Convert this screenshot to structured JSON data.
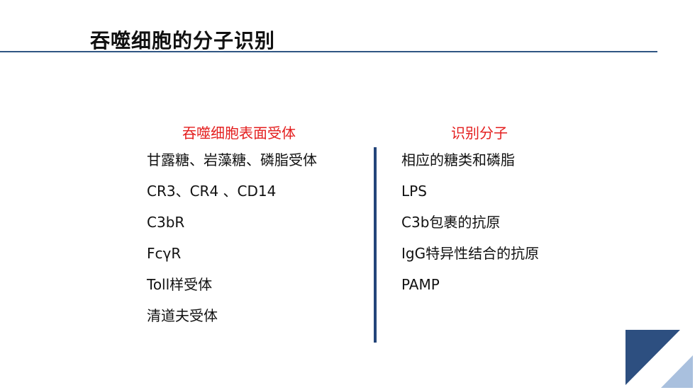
{
  "slide": {
    "title": "吞噬细胞的分子识别",
    "left": {
      "header": "吞噬细胞表面受体",
      "items": [
        "甘露糖、岩藻糖、磷脂受体",
        " CR3、CR4 、CD14",
        "C3bR",
        "FcγR",
        "Toll样受体",
        "清道夫受体"
      ]
    },
    "right": {
      "header": "识别分子",
      "items": [
        "相应的糖类和磷脂",
        "LPS",
        "C3b包裹的抗原",
        "IgG特异性结合的抗原",
        "PAMP"
      ]
    }
  },
  "colors": {
    "title_rule": "#2f5583",
    "header_red": "#e41f1f",
    "divider": "#24457a",
    "corner_dark": "#2d4f80",
    "corner_light": "#a9c0de"
  }
}
